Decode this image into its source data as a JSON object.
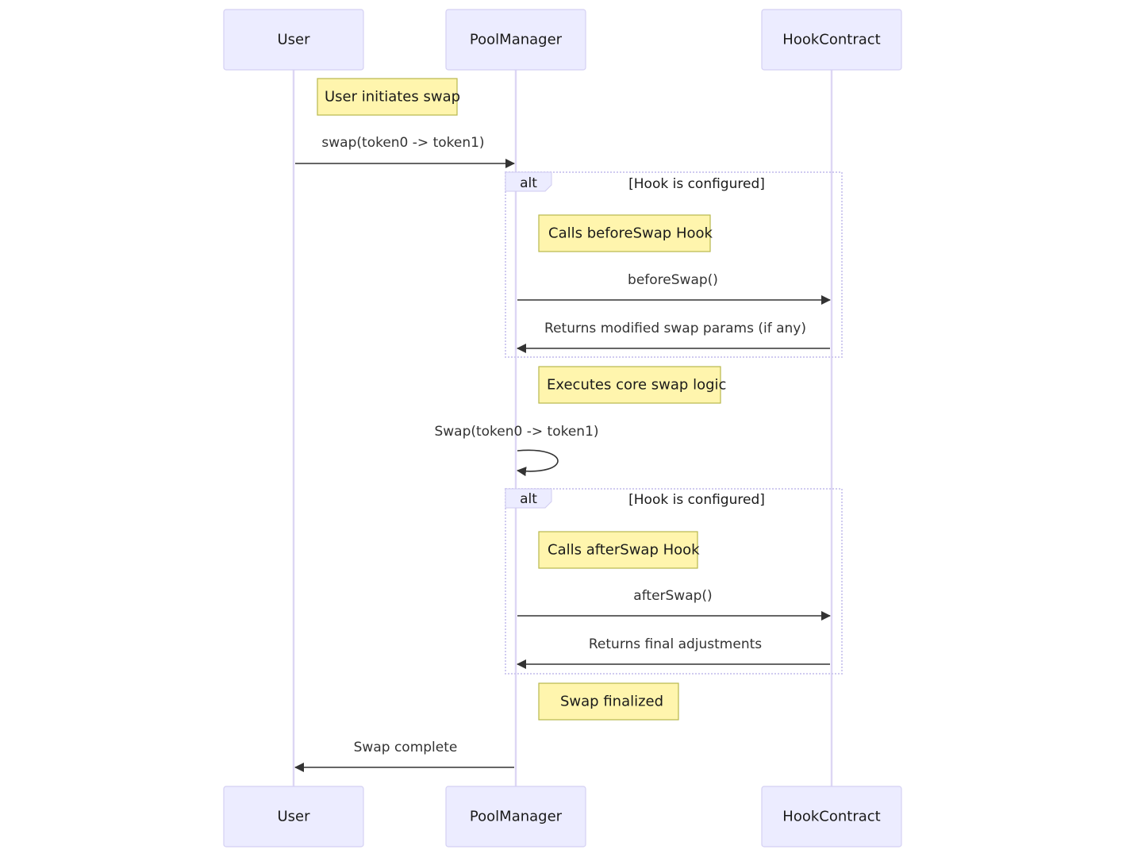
{
  "diagram": {
    "type": "sequence",
    "colors": {
      "actor_fill": "#ececff",
      "actor_stroke": "#d4d0f3",
      "note_fill": "#fff5ad",
      "note_stroke": "#b8b84d",
      "arrow": "#333333",
      "alt_frame": "#d0cbf0"
    },
    "actors": [
      {
        "id": "user",
        "label": "User"
      },
      {
        "id": "pool",
        "label": "PoolManager"
      },
      {
        "id": "hook",
        "label": "HookContract"
      }
    ],
    "notes": {
      "user_initiates": "User initiates swap",
      "calls_before": "Calls beforeSwap Hook",
      "executes_core": "Executes core swap logic",
      "calls_after": "Calls afterSwap Hook",
      "finalized": "Swap finalized"
    },
    "messages": {
      "swap_request": "swap(token0 -> token1)",
      "before_swap": "beforeSwap()",
      "before_return": "Returns modified swap params (if any)",
      "self_swap": "Swap(token0 -> token1)",
      "after_swap": "afterSwap()",
      "after_return": "Returns final adjustments",
      "complete": "Swap complete"
    },
    "alt_blocks": [
      {
        "label": "alt",
        "condition": "[Hook is configured]"
      },
      {
        "label": "alt",
        "condition": "[Hook is configured]"
      }
    ]
  }
}
